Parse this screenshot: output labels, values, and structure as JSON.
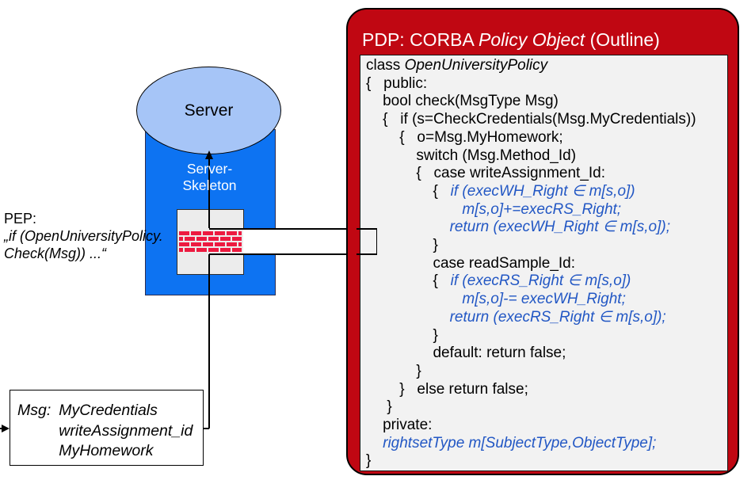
{
  "server": {
    "label": "Server"
  },
  "skeleton": {
    "line1": "Server-",
    "line2": "Skeleton"
  },
  "pep": {
    "label": "PEP:",
    "quote_line1": "„if (OpenUniversityPolicy.",
    "quote_line2": "Check(Msg)) ...“"
  },
  "msg_box": {
    "label": "Msg:",
    "items": [
      "MyCredentials",
      "writeAssignment_id",
      "MyHomework"
    ]
  },
  "pdp": {
    "title_prefix": "PDP: CORBA ",
    "title_italic": "Policy Object",
    "title_suffix": " (Outline)",
    "code_lines": [
      [
        {
          "t": "class ",
          "s": "p"
        },
        {
          "t": "OpenUniversityPolicy",
          "s": "i"
        }
      ],
      [
        {
          "t": "{   public:",
          "s": "p"
        }
      ],
      [
        {
          "t": "    bool check(MsgType Msg)",
          "s": "p"
        }
      ],
      [
        {
          "t": "    {   if (s=CheckCredentials(Msg.MyCredentials))",
          "s": "p"
        }
      ],
      [
        {
          "t": "        {   o=Msg.MyHomework;",
          "s": "p"
        }
      ],
      [
        {
          "t": "            switch (Msg.Method_Id)",
          "s": "p"
        }
      ],
      [
        {
          "t": "            {   case writeAssignment_Id:",
          "s": "p"
        }
      ],
      [
        {
          "t": "                {   ",
          "s": "p"
        },
        {
          "t": "if (execWH_Right ∈ m[s,o])",
          "s": "b"
        }
      ],
      [
        {
          "t": "                       ",
          "s": "p"
        },
        {
          "t": "m[s,o]+=execRS_Right;",
          "s": "b"
        }
      ],
      [
        {
          "t": "                    ",
          "s": "p"
        },
        {
          "t": "return (execWH_Right ∈ m[s,o]);",
          "s": "b"
        }
      ],
      [
        {
          "t": "                }",
          "s": "p"
        }
      ],
      [
        {
          "t": "                case readSample_Id:",
          "s": "p"
        }
      ],
      [
        {
          "t": "                {   ",
          "s": "p"
        },
        {
          "t": "if (execRS_Right ∈ m[s,o])",
          "s": "b"
        }
      ],
      [
        {
          "t": "                       ",
          "s": "p"
        },
        {
          "t": "m[s,o]-= execWH_Right;",
          "s": "b"
        }
      ],
      [
        {
          "t": "                    ",
          "s": "p"
        },
        {
          "t": "return (execRS_Right ∈ m[s,o]);",
          "s": "b"
        }
      ],
      [
        {
          "t": "                }",
          "s": "p"
        }
      ],
      [
        {
          "t": "                default: return false;",
          "s": "p"
        }
      ],
      [
        {
          "t": "            }",
          "s": "p"
        }
      ],
      [
        {
          "t": "        }   else return false;",
          "s": "p"
        }
      ],
      [
        {
          "t": "     }",
          "s": "p"
        }
      ],
      [
        {
          "t": "    private:",
          "s": "p"
        }
      ],
      [
        {
          "t": "    ",
          "s": "p"
        },
        {
          "t": "rightsetType m[SubjectType,ObjectType];",
          "s": "b"
        }
      ],
      [
        {
          "t": "}",
          "s": "p"
        }
      ]
    ]
  },
  "colors": {
    "pdp_red": "#c00712",
    "code_bg": "#f2f2f2",
    "code_blue": "#2257c4",
    "skeleton_blue": "#0d73f2",
    "ellipse_blue": "#a6c5f7",
    "brick_red": "#ed1a40",
    "pep_gray": "#ececec"
  }
}
